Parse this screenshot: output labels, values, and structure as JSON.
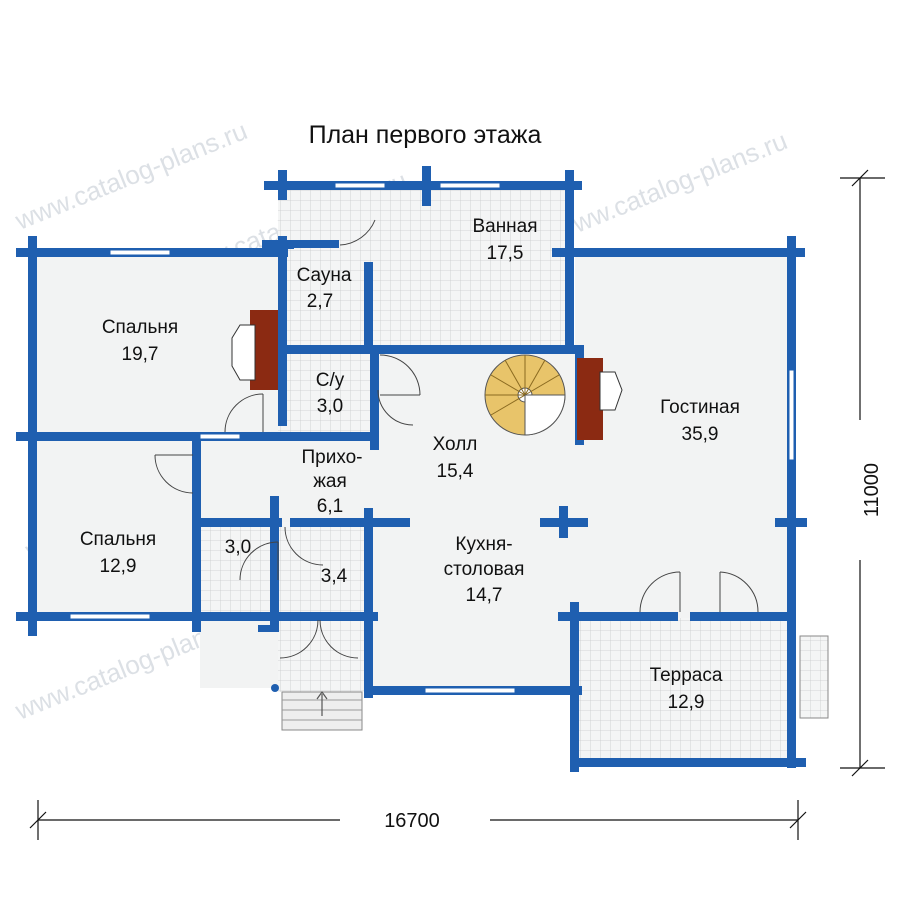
{
  "title": "План первого этажа",
  "watermark": "www.catalog-plans.ru",
  "dimensions": {
    "width": "16700",
    "depth": "11000"
  },
  "rooms": [
    {
      "id": "bathroom",
      "name": "Ванная",
      "area": "17,5"
    },
    {
      "id": "sauna",
      "name": "Сауна",
      "area": "2,7"
    },
    {
      "id": "bedroom-1",
      "name": "Спальня",
      "area": "19,7"
    },
    {
      "id": "wc",
      "name": "С/у",
      "area": "3,0"
    },
    {
      "id": "hall",
      "name": "Холл",
      "area": "15,4"
    },
    {
      "id": "living",
      "name": "Гостиная",
      "area": "35,9"
    },
    {
      "id": "entry",
      "name_line1": "Прихо-",
      "name_line2": "жая",
      "area": "6,1"
    },
    {
      "id": "bedroom-2",
      "name": "Спальня",
      "area": "12,9"
    },
    {
      "id": "closet-1",
      "area": "3,0"
    },
    {
      "id": "closet-2",
      "area": "3,4"
    },
    {
      "id": "kitchen",
      "name_line1": "Кухня-",
      "name_line2": "столовая",
      "area": "14,7"
    },
    {
      "id": "terrace",
      "name": "Терраса",
      "area": "12,9"
    }
  ],
  "colors": {
    "wall": "#1f5fb0",
    "floor": "#f2f3f3",
    "tile_grid": "#c9cbcc",
    "fireplace": "#8b2a12",
    "stair": "#e8c46a"
  }
}
